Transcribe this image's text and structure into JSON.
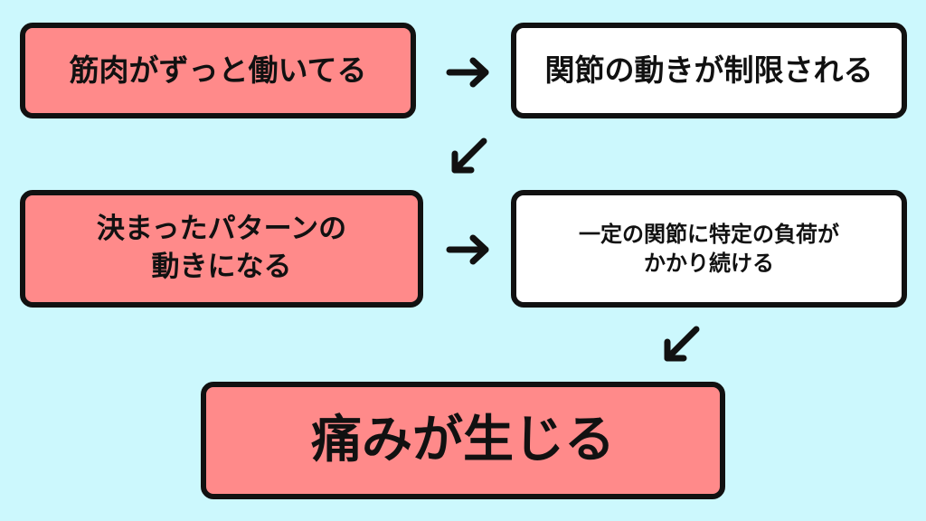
{
  "colors": {
    "background": "#ccf8fd",
    "red_box": "#ff8a8a",
    "white_box": "#ffffff",
    "border": "#111111"
  },
  "flow": {
    "step1": "筋肉がずっと働いてる",
    "step2": "関節の動きが制限される",
    "step3": [
      "決まったパターンの",
      "動きになる"
    ],
    "step4": [
      "一定の関節に特定の負荷が",
      "かかり続ける"
    ],
    "step5": "痛みが生じる"
  }
}
